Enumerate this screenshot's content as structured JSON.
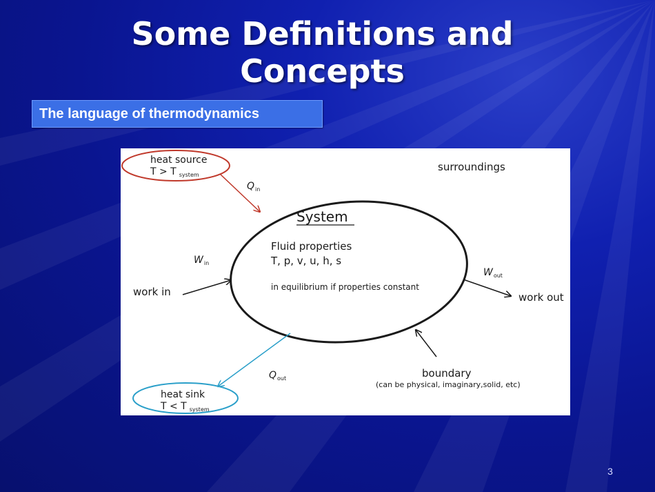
{
  "slide": {
    "title_line1": "Some Definitions and",
    "title_line2": "Concepts",
    "subtitle": "The language of thermodynamics",
    "page_number": "3"
  },
  "diagram": {
    "heat_source": {
      "label": "heat source",
      "condition": "T > T",
      "subscript": "system"
    },
    "heat_sink": {
      "label": "heat sink",
      "condition": "T < T",
      "subscript": "system"
    },
    "surroundings": "surroundings",
    "system_title": "System",
    "fluid_properties": "Fluid properties",
    "properties_list": "T, p, v, u, h, s",
    "equilibrium_note": "in equilibrium if properties constant",
    "q_in": {
      "symbol": "Q",
      "subscript": "in"
    },
    "q_out": {
      "symbol": "Q",
      "subscript": "out"
    },
    "w_in": {
      "symbol": "W",
      "subscript": "in"
    },
    "w_out": {
      "symbol": "W",
      "subscript": "out"
    },
    "work_in": "work in",
    "work_out": "work out",
    "boundary": "boundary",
    "boundary_note": "(can be physical, imaginary,solid, etc)",
    "colors": {
      "heat_source": "#c0392b",
      "heat_sink": "#2a9fc9",
      "ink": "#1a1a1a"
    }
  }
}
